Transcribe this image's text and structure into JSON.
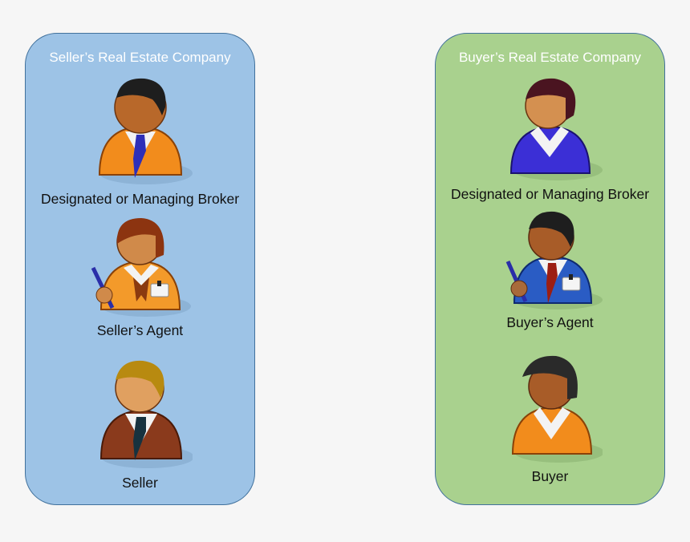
{
  "background": "#f6f6f6",
  "panels": [
    {
      "id": "seller",
      "title": "Seller’s Real Estate Company",
      "fill": "#9dc3e6",
      "border": "#41719c",
      "people": [
        {
          "label": "Designated or Managing Broker",
          "icon": "male-broker-icon",
          "suit": "#f28c1c",
          "tie": "#2e2fb8",
          "hair": "#1e1e1e"
        },
        {
          "label": "Seller’s Agent",
          "icon": "female-agent-icon",
          "suit": "#f39a2a",
          "tie": "#8a3a10",
          "hair": "#8c3410"
        },
        {
          "label": "Seller",
          "icon": "male-seller-icon",
          "suit": "#8a3a1c",
          "tie": "#17323f",
          "hair": "#b88a10"
        }
      ]
    },
    {
      "id": "buyer",
      "title": "Buyer’s Real Estate Company",
      "fill": "#a9d18e",
      "border": "#41719c",
      "people": [
        {
          "label": "Designated or Managing Broker",
          "icon": "female-broker-icon",
          "suit": "#3b2fd6",
          "tie": "",
          "hair": "#4a1420"
        },
        {
          "label": "Buyer’s Agent",
          "icon": "male-agent-icon",
          "suit": "#2a5cc4",
          "tie": "#9c1e12",
          "hair": "#1e1e1e"
        },
        {
          "label": "Buyer",
          "icon": "female-buyer-icon",
          "suit": "#f28c1c",
          "tie": "",
          "hair": "#2a2a2a"
        }
      ]
    }
  ]
}
